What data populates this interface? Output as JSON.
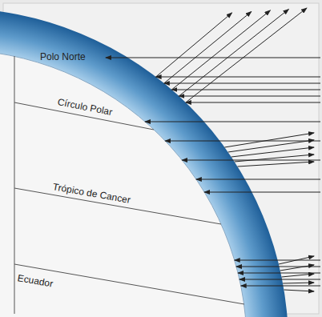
{
  "diagram": {
    "labels": [
      "Polo Norte",
      "Círculo Polar",
      "Trópico de Cancer",
      "Ecuador"
    ]
  }
}
